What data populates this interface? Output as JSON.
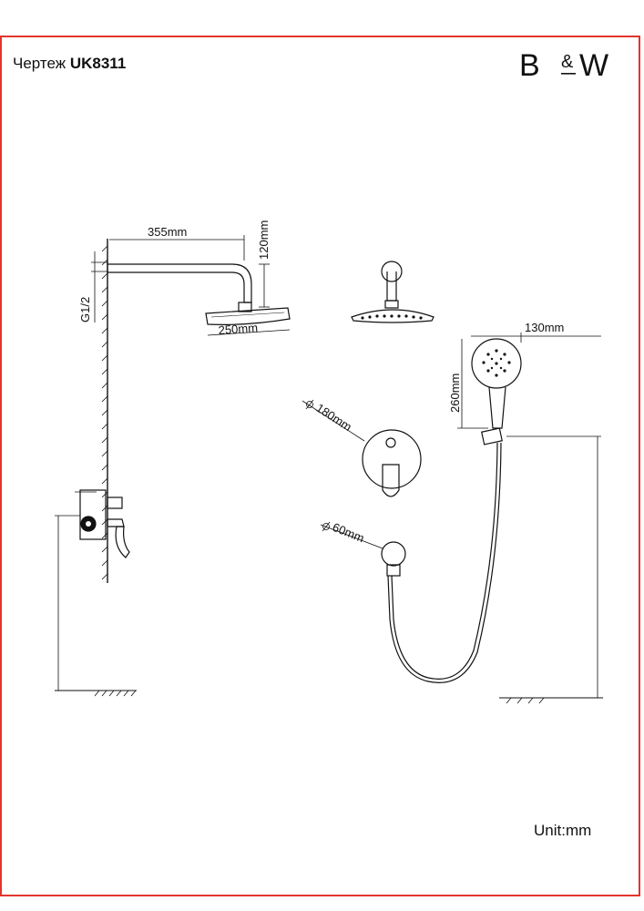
{
  "header": {
    "drawing_prefix": "Чертеж",
    "model": "UK8311"
  },
  "brand": {
    "b": "B",
    "amp": "&",
    "w": "W"
  },
  "dimensions": {
    "arm_length": "355mm",
    "arm_drop": "120mm",
    "thread": "G1/2",
    "head_diameter": "250mm",
    "handshower_width": "130mm",
    "handshower_length": "260mm",
    "mixer_plate": "180mm",
    "outlet_plate": "60mm"
  },
  "footer": {
    "unit_label": "Unit:mm"
  },
  "colors": {
    "frame": "#e3342f",
    "line": "#111111"
  }
}
